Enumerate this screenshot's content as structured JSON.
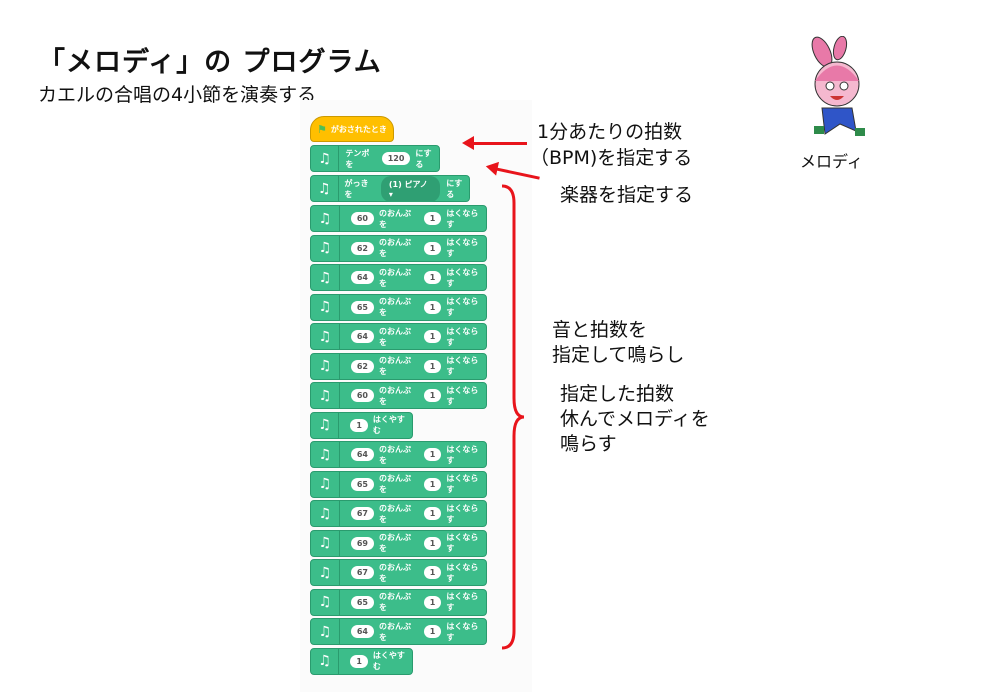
{
  "title": "「メロディ」の プログラム",
  "subtitle": "カエルの合唱の4小節を演奏する",
  "hat": {
    "label": "がおされたとき",
    "icon": "green-flag-icon"
  },
  "tempo": {
    "pre": "テンポを",
    "value": "120",
    "post": "にする"
  },
  "instrument": {
    "pre": "がっきを",
    "value": "(1) ピアノ ▾",
    "post": "にする"
  },
  "note_text": {
    "mid": "のおんぷを",
    "post": "はくならす"
  },
  "rest_text": "はくやすむ",
  "sequence": [
    {
      "type": "note",
      "note": "60",
      "beats": "1"
    },
    {
      "type": "note",
      "note": "62",
      "beats": "1"
    },
    {
      "type": "note",
      "note": "64",
      "beats": "1"
    },
    {
      "type": "note",
      "note": "65",
      "beats": "1"
    },
    {
      "type": "note",
      "note": "64",
      "beats": "1"
    },
    {
      "type": "note",
      "note": "62",
      "beats": "1"
    },
    {
      "type": "note",
      "note": "60",
      "beats": "1"
    },
    {
      "type": "rest",
      "beats": "1"
    },
    {
      "type": "note",
      "note": "64",
      "beats": "1"
    },
    {
      "type": "note",
      "note": "65",
      "beats": "1"
    },
    {
      "type": "note",
      "note": "67",
      "beats": "1"
    },
    {
      "type": "note",
      "note": "69",
      "beats": "1"
    },
    {
      "type": "note",
      "note": "67",
      "beats": "1"
    },
    {
      "type": "note",
      "note": "65",
      "beats": "1"
    },
    {
      "type": "note",
      "note": "64",
      "beats": "1"
    },
    {
      "type": "rest",
      "beats": "1"
    }
  ],
  "annotations": {
    "bpm_line1": "1分あたりの拍数",
    "bpm_line2": "（BPM)を指定する",
    "instrument": "楽器を指定する",
    "notes_line1": "音と拍数を",
    "notes_line2": "指定して鳴らし",
    "rest_line1": "指定した拍数",
    "rest_line2": "休んでメロディを",
    "rest_line3": "鳴らす"
  },
  "mascot": {
    "label": "メロディ"
  },
  "colors": {
    "block": "#3cbd8a",
    "hat": "#ffbf00",
    "arrow": "#e8141b"
  }
}
